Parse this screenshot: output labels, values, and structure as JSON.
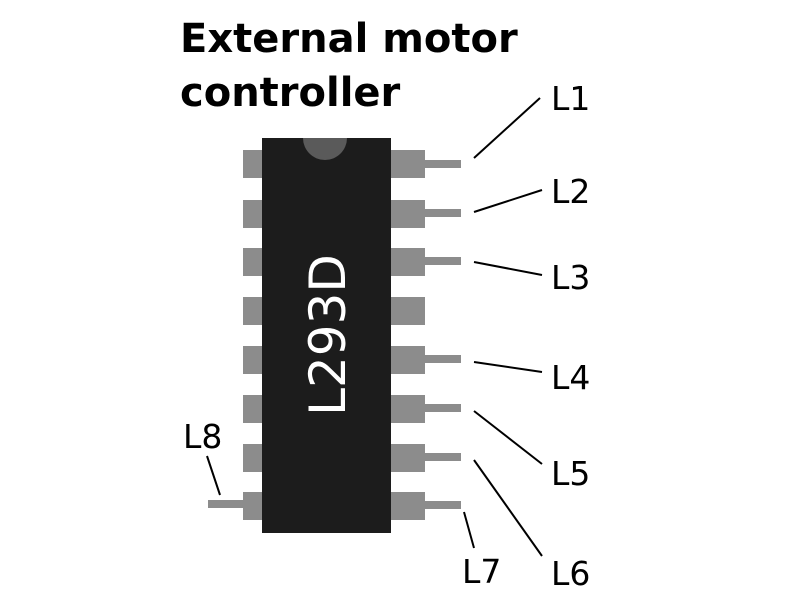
{
  "title": {
    "line1": "External motor",
    "line2": "controller"
  },
  "chip": {
    "part_number": "L293D"
  },
  "labels": {
    "l1": "L1",
    "l2": "L2",
    "l3": "L3",
    "l4": "L4",
    "l5": "L5",
    "l6": "L6",
    "l7": "L7",
    "l8": "L8"
  },
  "colors": {
    "chip_body": "#1c1c1c",
    "pin": "#8c8c8c",
    "notch": "#5a5a5a",
    "text": "#000000",
    "leader": "#000000"
  }
}
